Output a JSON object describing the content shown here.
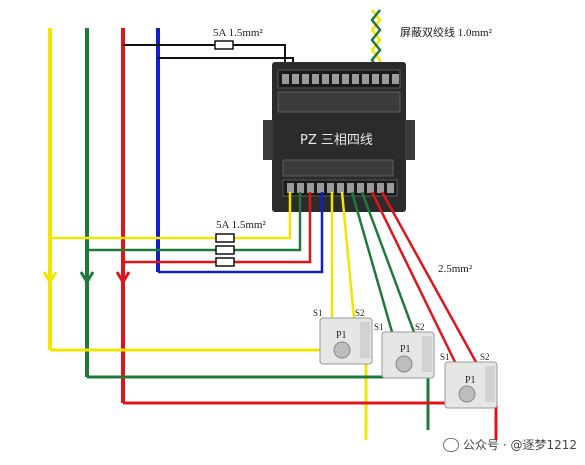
{
  "labels": {
    "fuse_top": "5A  1.5mm²",
    "fuse_bottom": "5A  1.5mm²",
    "shielded": "屏蔽双绞线  1.0mm²",
    "ct_wire": "2.5mm²",
    "meter_title": "PZ  三相四线",
    "ct_s1": "S1",
    "ct_s2": "S2",
    "ct_p1": "P1"
  },
  "watermark": "公众号 · @逐梦1212",
  "colors": {
    "yellow": "#f2e600",
    "green": "#1f7a3a",
    "red": "#e0141b",
    "blue": "#1020c8",
    "black": "#111111",
    "meter_body": "#2b2b2b"
  }
}
